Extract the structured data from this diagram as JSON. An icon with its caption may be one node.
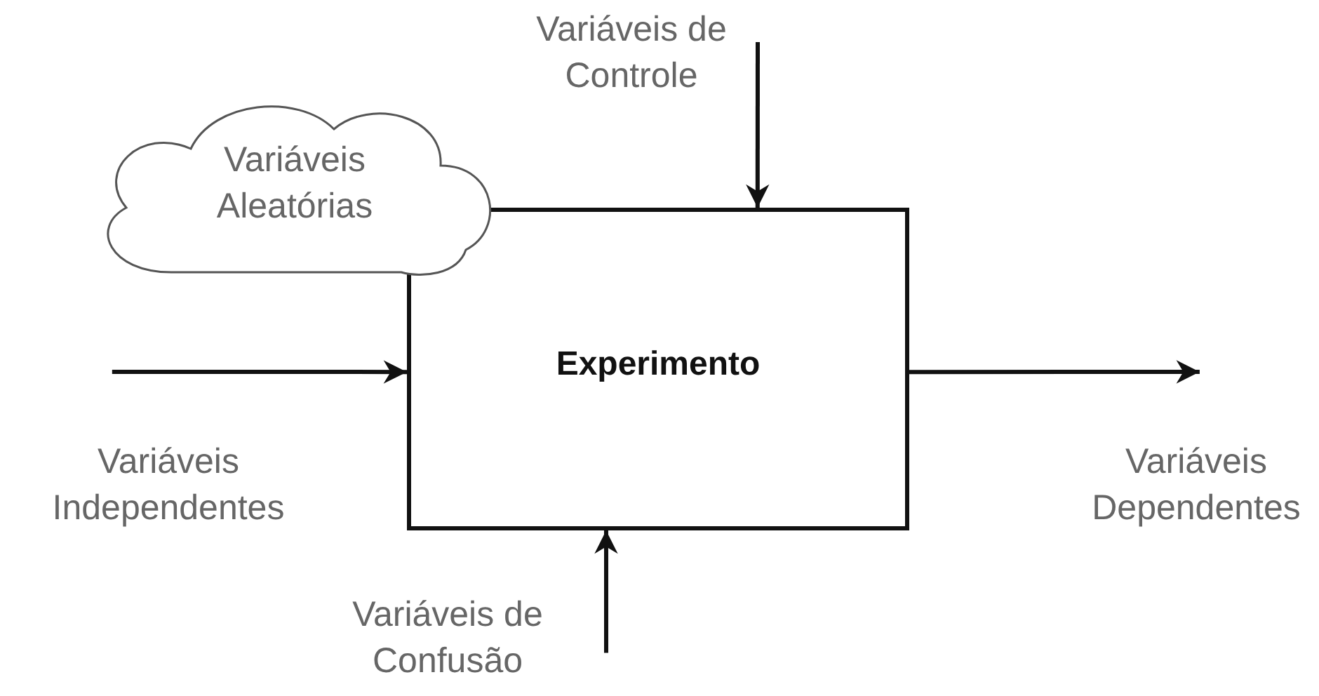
{
  "diagram": {
    "nodes": [
      {
        "text": [
          "Variáveis de Controle"
        ]
      },
      {
        "text": [
          "Variáveis Aleatórias"
        ]
      },
      {
        "text": [
          "Experimento"
        ]
      },
      {
        "text": [
          "Variáveis Independentes"
        ]
      },
      {
        "text": [
          "Variáveis Dependentes"
        ]
      },
      {
        "text": [
          "Variáveis de Confusão"
        ]
      }
    ],
    "edges": [
      {
        "from": 0,
        "to": 2,
        "arrow": "to"
      },
      {
        "from": 3,
        "to": 2,
        "arrow": "to"
      },
      {
        "from": 2,
        "to": 4,
        "arrow": "to"
      },
      {
        "from": 5,
        "to": 2,
        "arrow": "to"
      }
    ]
  }
}
